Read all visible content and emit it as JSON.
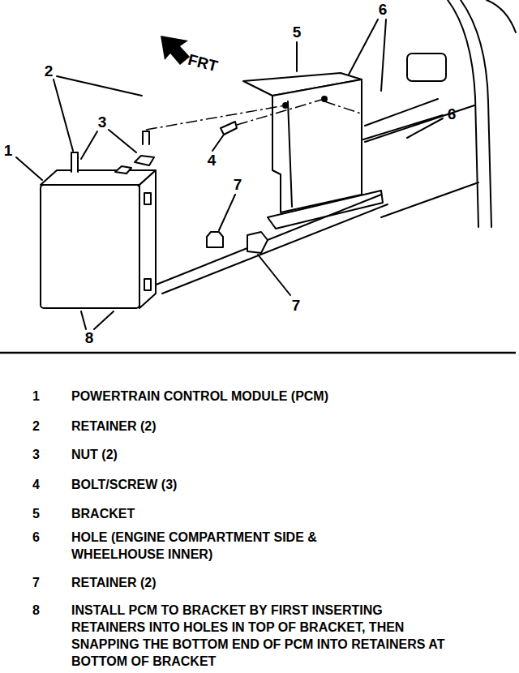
{
  "diagram": {
    "labels": [
      "6",
      "5",
      "2",
      "FRT",
      "3",
      "1",
      "4",
      "6",
      "7",
      "7",
      "8",
      "1",
      "POWERTRAIN CONTROL MODULE (PCM)",
      "2",
      "RETAINER (2)",
      "3",
      "NUT (2)",
      "4",
      "BOLT/SCREW (3)",
      "5",
      "BRACKET",
      "6",
      "HOLE (ENGINE COMPARTMENT SIDE & WHEELHOUSE INNER)",
      "7",
      "RETAINER (2)",
      "8",
      "INSTALL PCM TO BRACKET BY FIRST INSERTING RETAINERS INTO HOLES IN TOP OF BRACKET, THEN SNAPPING THE BOTTOM END OF PCM INTO RETAINERS AT BOTTOM OF BRACKET"
    ]
  }
}
